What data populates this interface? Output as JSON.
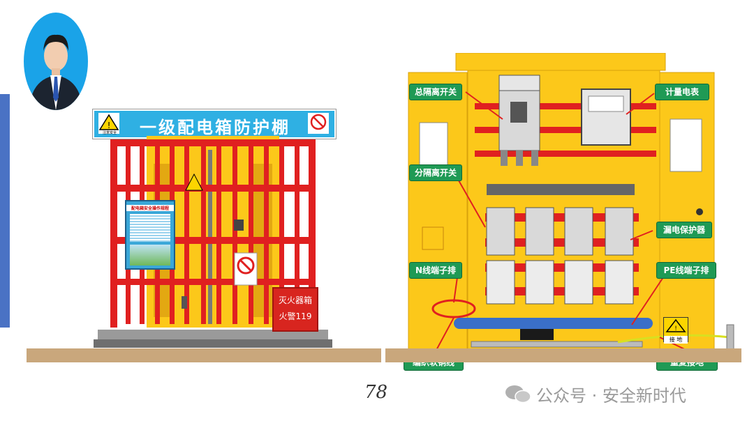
{
  "left_figure": {
    "sign_title": "一级配电箱防护棚",
    "sign_left_caption": "注意安全",
    "notice_board_title": "配电箱安全操作规程",
    "extinguisher_box_line1": "灭火器箱",
    "extinguisher_box_line2": "火警119"
  },
  "right_figure": {
    "callouts": {
      "main_isolation_switch": "总隔离开关",
      "energy_meter": "计量电表",
      "branch_isolation_switch": "分隔离开关",
      "leakage_protector": "漏电保护器",
      "n_terminal_bar": "N线端子排",
      "pe_terminal_bar": "PE线端子排",
      "braided_copper_wire": "编织软铜线",
      "repeat_grounding": "重复接地"
    },
    "ground_mark_label": "接 地"
  },
  "footer": {
    "page_number": "78",
    "watermark": "公众号 · 安全新时代"
  },
  "colors": {
    "cabinet_yellow": "#fcc81a",
    "busbar_red": "#e02020",
    "callout_green": "#1f9a55",
    "sign_blue": "#2fb0e3",
    "ground_brown": "#c9a77c"
  }
}
